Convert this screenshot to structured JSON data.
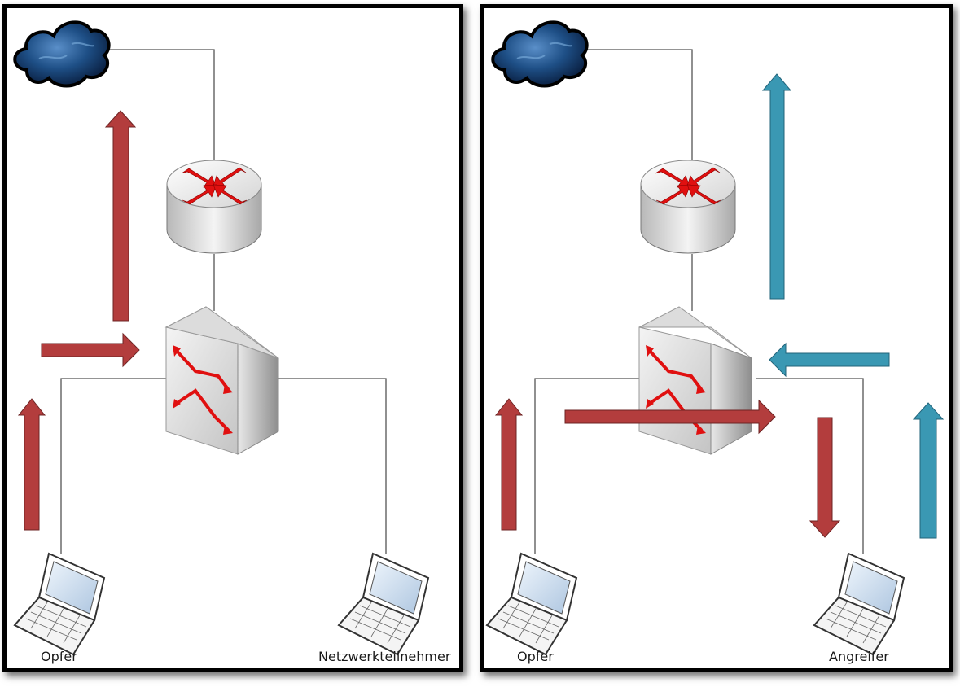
{
  "panels": [
    {
      "id": "left",
      "labels": {
        "victim": "Opfer",
        "peer": "Netzwerkteilnehmer"
      }
    },
    {
      "id": "right",
      "labels": {
        "victim": "Opfer",
        "attacker": "Angreifer"
      }
    }
  ],
  "colors": {
    "victim_traffic": "#b33d3d",
    "attacker_traffic": "#3a98b3",
    "cloud": "#1b4f86",
    "device_arrows": "#e01010",
    "cable": "#555555"
  },
  "icons": [
    "cloud-icon",
    "router-icon",
    "switch-icon",
    "laptop-icon"
  ]
}
